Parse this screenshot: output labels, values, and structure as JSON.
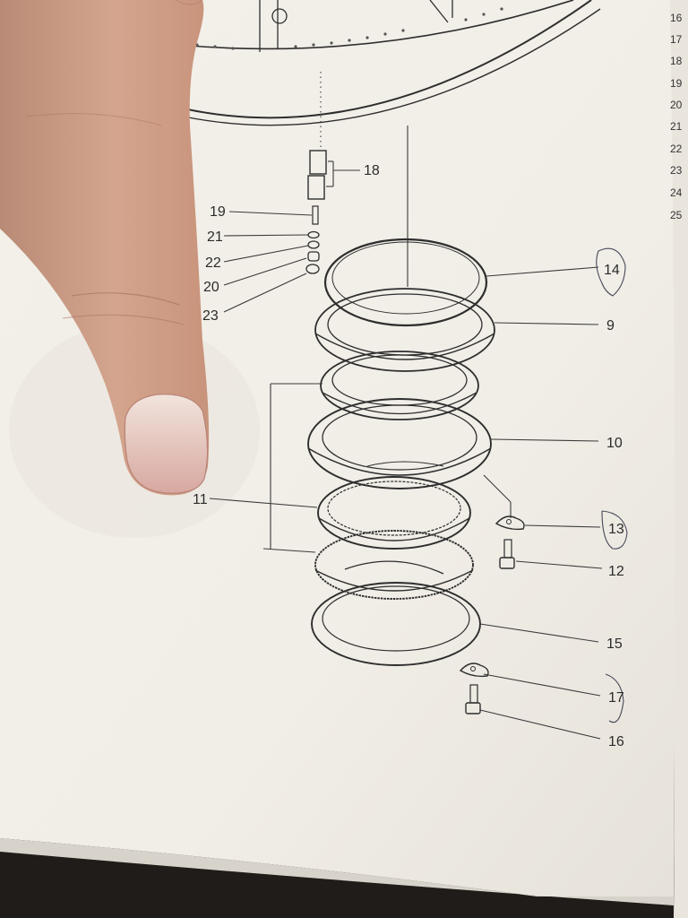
{
  "labels": {
    "l9": "9",
    "l10": "10",
    "l11": "11",
    "l12": "12",
    "l13": "13",
    "l14": "14",
    "l15": "15",
    "l16": "16",
    "l17": "17",
    "l18": "18",
    "l19": "19",
    "l20": "20",
    "l21": "21",
    "l22": "22",
    "l23": "23"
  },
  "edge_numbers": [
    "16",
    "17",
    "18",
    "19",
    "20",
    "21",
    "22",
    "23",
    "24",
    "25"
  ]
}
